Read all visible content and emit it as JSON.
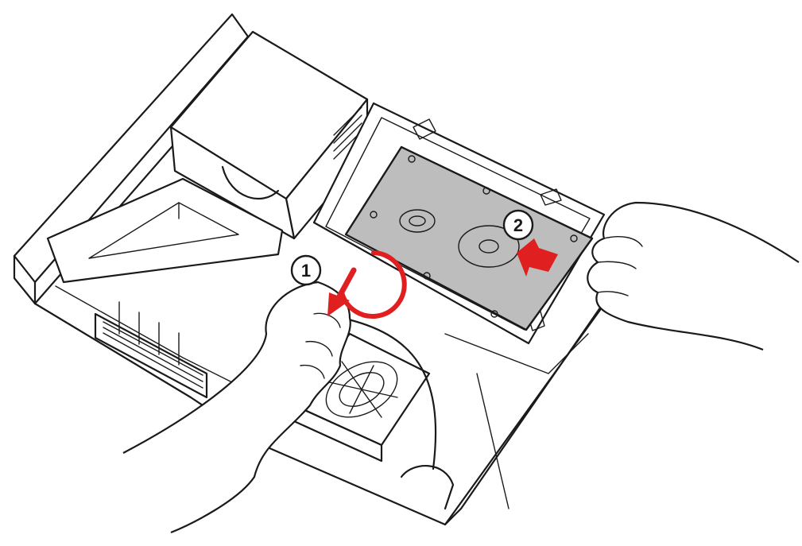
{
  "steps": [
    {
      "label": "1",
      "action": "rotate-lever-arrow"
    },
    {
      "label": "2",
      "action": "push-drive-arrow"
    }
  ],
  "colors": {
    "line": "#1a1a1a",
    "drive": "#bdbdbd",
    "arrow": "#e02020",
    "background": "#ffffff"
  }
}
